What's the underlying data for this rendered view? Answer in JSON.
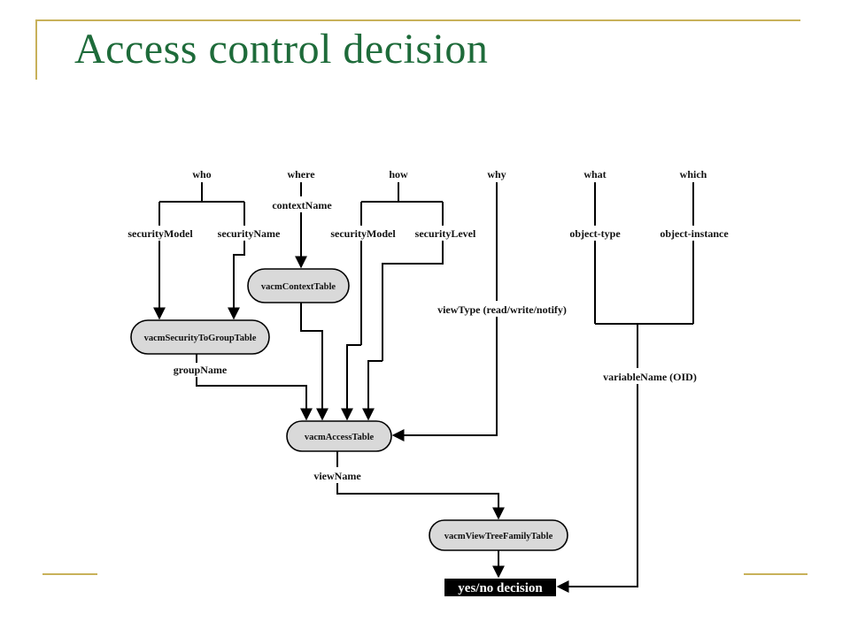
{
  "slide": {
    "title": "Access control decision"
  },
  "diagram": {
    "top_labels": {
      "who": "who",
      "where": "where",
      "how": "how",
      "why": "why",
      "what": "what",
      "which": "which"
    },
    "labels": {
      "context_name": "contextName",
      "security_model_1": "securityModel",
      "security_name": "securityName",
      "security_model_2": "securityModel",
      "security_level": "securityLevel",
      "object_type": "object-type",
      "object_instance": "object-instance",
      "view_type": "viewType (read/write/notify)",
      "group_name": "groupName",
      "variable_name": "variableName (OID)",
      "view_name": "viewName"
    },
    "tables": {
      "context_table": "vacmContextTable",
      "security_to_group_table": "vacmSecurityToGroupTable",
      "access_table": "vacmAccessTable",
      "view_tree_family_table": "vacmViewTreeFamilyTable"
    },
    "decision": "yes/no decision"
  }
}
